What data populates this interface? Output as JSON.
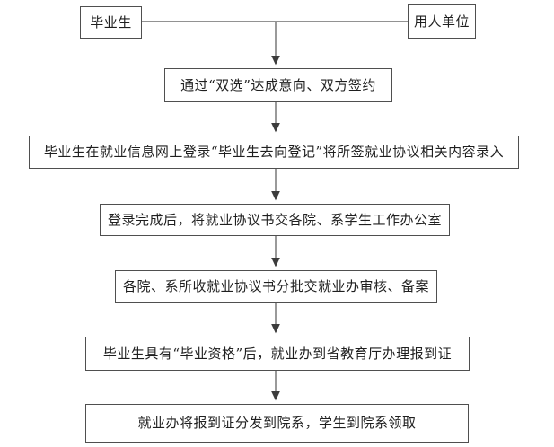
{
  "diagram": {
    "type": "flowchart",
    "nodes": [
      {
        "id": "graduate",
        "label": "毕业生"
      },
      {
        "id": "employer",
        "label": "用人单位"
      },
      {
        "id": "sign-agreement",
        "label": "通过“双选”达成意向、双方签约"
      },
      {
        "id": "online-registration",
        "label": "毕业生在就业信息网上登录“毕业生去向登记”将所签就业协议相关内容录入"
      },
      {
        "id": "submit-agreement",
        "label": "登录完成后，将就业协议书交各院、系学生工作办公室"
      },
      {
        "id": "department-review",
        "label": "各院、系所收就业协议书分批交就业办审核、备案"
      },
      {
        "id": "report-card-process",
        "label": "毕业生具有“毕业资格”后，就业办到省教育厅办理报到证"
      },
      {
        "id": "report-card-pickup",
        "label": "就业办将报到证分发到院系，学生到院系领取"
      }
    ],
    "edges": [
      {
        "from": "graduate",
        "to": "employer",
        "style": "plain-line"
      },
      {
        "from": "graduate+employer",
        "to": "sign-agreement",
        "style": "arrow"
      },
      {
        "from": "sign-agreement",
        "to": "online-registration",
        "style": "arrow"
      },
      {
        "from": "online-registration",
        "to": "submit-agreement",
        "style": "arrow"
      },
      {
        "from": "submit-agreement",
        "to": "department-review",
        "style": "arrow"
      },
      {
        "from": "department-review",
        "to": "report-card-process",
        "style": "arrow"
      },
      {
        "from": "report-card-process",
        "to": "report-card-pickup",
        "style": "arrow"
      }
    ],
    "colors": {
      "background": "#ffffff",
      "box_border": "#4f4f4f",
      "box_fill": "#ffffff",
      "connector": "#6e6e6e",
      "arrowhead": "#3c3c3c",
      "text": "#1f1f1f"
    }
  }
}
